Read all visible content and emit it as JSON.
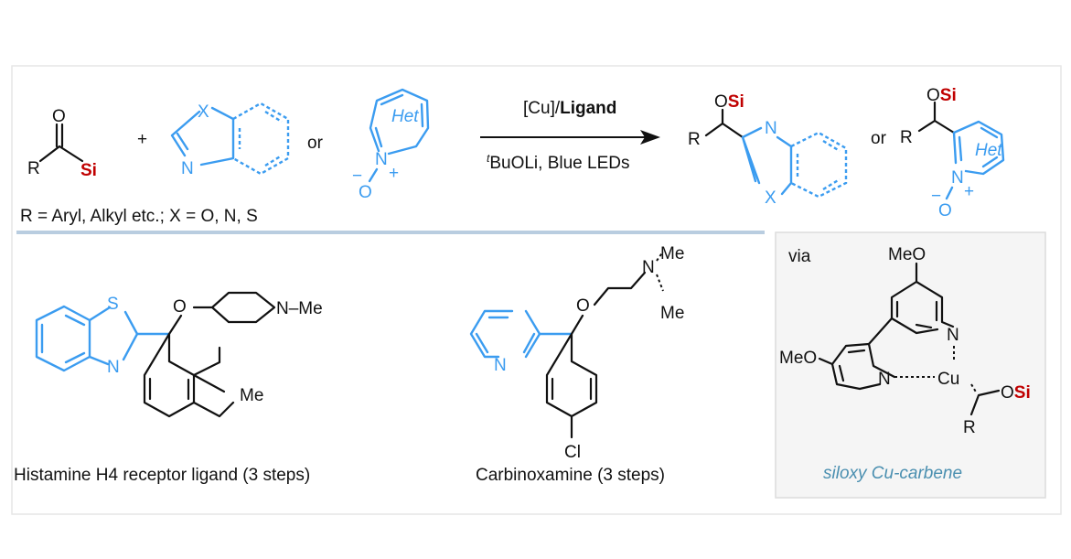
{
  "reaction": {
    "reagent_1": {
      "R": "R",
      "O": "O",
      "Si": "Si"
    },
    "plus": "+",
    "heteroarene": {
      "X": "X",
      "N": "N"
    },
    "or_1": "or",
    "n_oxide": {
      "Het": "Het",
      "N": "N",
      "O": "O",
      "minus": "−",
      "plus": "+"
    },
    "conditions_above_prefix": "[Cu]/",
    "conditions_above_bold": "Ligand",
    "conditions_below_sup": "t",
    "conditions_below": "BuOLi,  Blue LEDs",
    "product_1": {
      "O": "O",
      "Si": "Si",
      "R": "R",
      "N": "N",
      "X": "X"
    },
    "or_2": "or",
    "product_2": {
      "O": "O",
      "Si": "Si",
      "R": "R",
      "Het": "Het",
      "N": "N",
      "O_minus": "O",
      "minus": "−",
      "plus": "+"
    },
    "scope_note": "R = Aryl, Alkyl etc.; X = O, N, S"
  },
  "examples": [
    {
      "label": "Histamine H4 receptor ligand (3 steps)",
      "atoms": {
        "S": "S",
        "N": "N",
        "O": "O",
        "NMe": "N–Me",
        "Me": "Me"
      }
    },
    {
      "label": "Carbinoxamine (3 steps)",
      "atoms": {
        "N": "N",
        "O": "O",
        "NMe2": "N",
        "Me1": "Me",
        "Me2": "Me",
        "Cl": "Cl"
      }
    }
  ],
  "intermediate": {
    "via": "via",
    "MeO_1": "MeO",
    "MeO_2": "MeO",
    "N1": "N",
    "N2": "N",
    "Cu": "Cu",
    "O": "O",
    "Si": "Si",
    "R": "R",
    "caption": "siloxy Cu-carbene"
  },
  "colors": {
    "accent_blue": "#3b9cf0",
    "silicon_red": "#c00000",
    "caption_teal": "#4a8fb0",
    "divider": "#b9cde0"
  }
}
